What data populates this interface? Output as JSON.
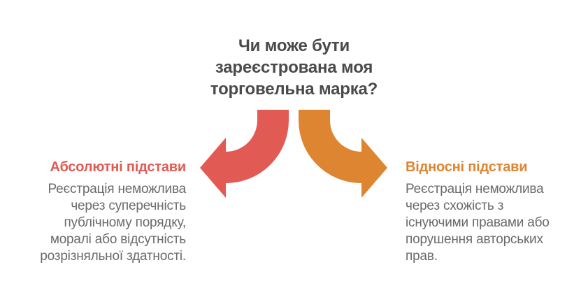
{
  "title": "Чи може бути\nзареєстрована моя\nторговельна марка?",
  "colors": {
    "red": "#e15a53",
    "orange": "#de8531",
    "title_text": "#4a4a4a",
    "body_text": "#6a6a6a",
    "background": "#ffffff"
  },
  "left_branch": {
    "heading": "Абсолютні підстави",
    "body": "Реєстрація неможлива\nчерез суперечність\nпублічному порядку,\nморалі або відсутність\nрозрізняльної здатності."
  },
  "right_branch": {
    "heading": "Відносні підстави",
    "body": "Реєстрація неможлива\nчерез схожість з\nіснуючими правами або\nпорушення авторських\nправ."
  },
  "icons": {
    "left_arrow": "curved-arrow-pointing-left",
    "right_arrow": "curved-arrow-pointing-right"
  }
}
